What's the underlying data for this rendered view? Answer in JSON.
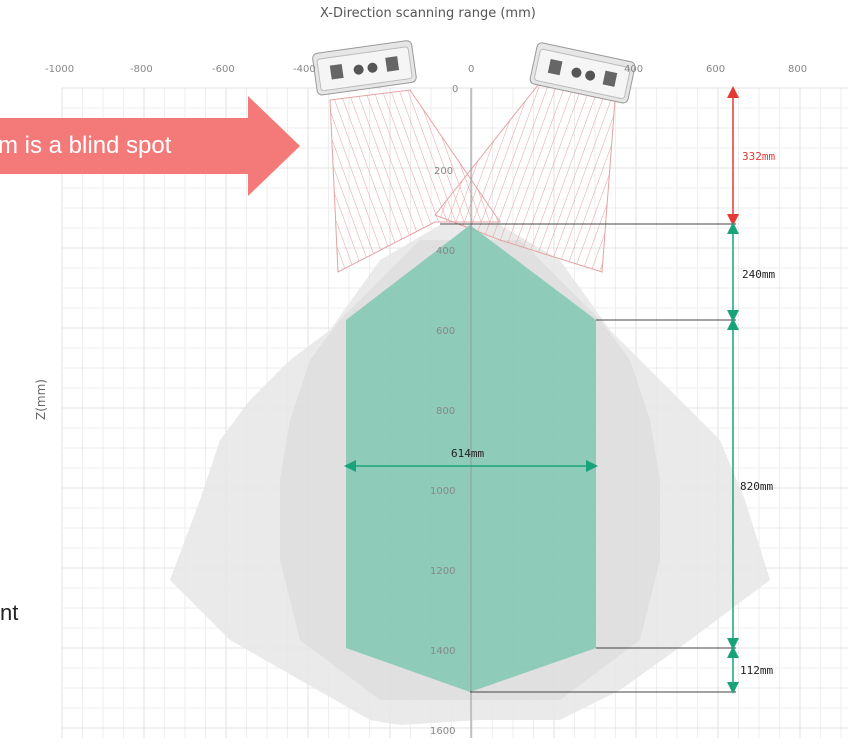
{
  "title": "X-Direction scanning range (mm)",
  "y_axis_label": "Z(mm)",
  "banner_text": "m is a blind spot",
  "side_text": "nt",
  "x_ticks": [
    "-1000",
    "-800",
    "-600",
    "-400",
    "0",
    "400",
    "600",
    "800"
  ],
  "z_ticks": [
    "0",
    "200",
    "400",
    "600",
    "800",
    "1000",
    "1200",
    "1400",
    "1600"
  ],
  "dimensions": {
    "blind_spot": "332mm",
    "upper_section": "240mm",
    "middle_section": "820mm",
    "lower_section": "112mm",
    "width": "614mm"
  },
  "colors": {
    "banner": "#f47a7a",
    "scan_area": "#7fc7b0",
    "blind_spot_dimension": "#e53935",
    "dimension_arrow": "#1aa37a"
  },
  "icons": [
    "camera-sensor-left-icon",
    "camera-sensor-right-icon"
  ]
}
